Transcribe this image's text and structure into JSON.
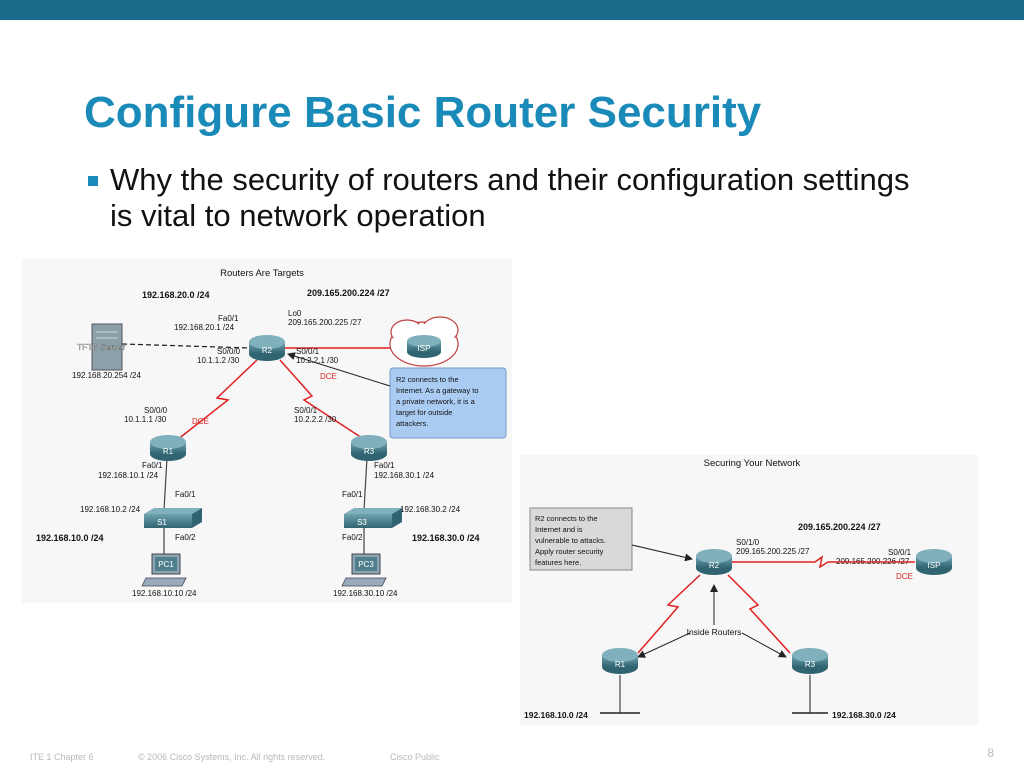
{
  "slide": {
    "title": "Configure Basic Router Security",
    "bullet": "Why the security of routers and their configuration settings is vital to network operation",
    "footer_left": "ITE 1 Chapter 6",
    "footer_copyright": "© 2006 Cisco Systems, Inc. All rights reserved.",
    "footer_class": "Cisco Public",
    "page_number": "8",
    "accent_color": "#1a8ab8",
    "bar_color": "#1a6a8c"
  },
  "diagram1": {
    "title": "Routers Are Targets",
    "net_left": "192.168.20.0 /24",
    "net_right": "209.165.200.224 /27",
    "r2_fa01_if": "Fa0/1",
    "r2_fa01_ip": "192.168.20.1 /24",
    "r2_lo0_if": "Lo0",
    "r2_lo0_ip": "209.165.200.225 /27",
    "server_label": "TFTP Server",
    "server_ip": "192.168.20.254 /24",
    "r2_s000_if": "S0/0/0",
    "r2_s000_ip": "10.1.1.2 /30",
    "r2_s001_if": "S0/0/1",
    "r2_s001_ip": "10.2.2.1 /30",
    "dce_r2": "DCE",
    "isp": "ISP",
    "callout": "R2 connects to the Internet. As a gateway to a private network, it is a target for outside attackers.",
    "r1_s000_if": "S0/0/0",
    "r1_s000_ip": "10.1.1.1 /30",
    "dce_r1": "DCE",
    "r3_s001_if": "S0/0/1",
    "r3_s001_ip": "10.2.2.2 /30",
    "r1": "R1",
    "r2": "R2",
    "r3": "R3",
    "r1_fa01_if": "Fa0/1",
    "r1_fa01_ip": "192.168.10.1 /24",
    "r3_fa01_if": "Fa0/1",
    "r3_fa01_ip": "192.168.30.1 /24",
    "s1_fa01": "Fa0/1",
    "s3_fa01": "Fa0/1",
    "s1_ip": "192.168.10.2 /24",
    "s3_ip": "192.168.30.2 /24",
    "s1": "S1",
    "s3": "S3",
    "net10": "192.168.10.0 /24",
    "net30": "192.168.30.0 /24",
    "s1_fa02": "Fa0/2",
    "s3_fa02": "Fa0/2",
    "pc1": "PC1",
    "pc3": "PC3",
    "pc1_ip": "192.168.10.10 /24",
    "pc3_ip": "192.168.30.10 /24"
  },
  "diagram2": {
    "title": "Securing Your Network",
    "callout": "R2 connects to the Internet and is vulnerable to attacks. Apply router security features here.",
    "net_top": "209.165.200.224 /27",
    "r2_if": "S0/1/0",
    "r2_ip": "209.165.200.225 /27",
    "isp_if": "S0/0/1",
    "isp_ip": "209.165.200.226 /27",
    "dce": "DCE",
    "isp": "ISP",
    "r2": "R2",
    "r1": "R1",
    "r3": "R3",
    "inside": "Inside Routers",
    "net10": "192.168.10.0 /24",
    "net30": "192.168.30.0 /24"
  }
}
